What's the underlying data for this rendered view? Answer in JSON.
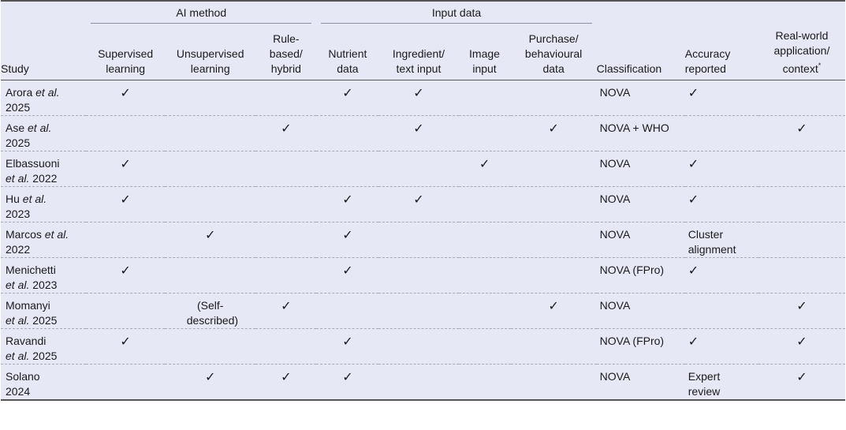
{
  "header": {
    "group_ai": "AI method",
    "group_input": "Input data",
    "study": "Study",
    "supervised": "Supervised learning",
    "unsupervised": "Unsupervised learning",
    "rule": "Rule-based/ hybrid",
    "nutrient": "Nutrient data",
    "ingredient": "Ingredient/ text input",
    "image": "Image input",
    "purchase": "Purchase/ behavioural data",
    "classification": "Classification",
    "accuracy": "Accuracy reported",
    "realworld": "Real-world application/ context",
    "realworld_mark": "*"
  },
  "check_symbol": "✓",
  "rows": [
    {
      "author": "Arora",
      "etal": "et al.",
      "year": "2025",
      "supervised": "✓",
      "unsupervised": "",
      "rule": "",
      "nutrient": "✓",
      "ingredient": "✓",
      "image": "",
      "purchase": "",
      "classification": "NOVA",
      "accuracy": "✓",
      "realworld": ""
    },
    {
      "author": "Ase",
      "etal": "et al.",
      "year": "2025",
      "supervised": "",
      "unsupervised": "",
      "rule": "✓",
      "nutrient": "",
      "ingredient": "✓",
      "image": "",
      "purchase": "✓",
      "classification": "NOVA + WHO",
      "accuracy": "",
      "realworld": "✓"
    },
    {
      "author": "Elbassuoni",
      "etal": "et al.",
      "year": "2022",
      "supervised": "✓",
      "unsupervised": "",
      "rule": "",
      "nutrient": "",
      "ingredient": "",
      "image": "✓",
      "purchase": "",
      "classification": "NOVA",
      "accuracy": "✓",
      "realworld": ""
    },
    {
      "author": "Hu",
      "etal": "et al.",
      "year": "2023",
      "supervised": "✓",
      "unsupervised": "",
      "rule": "",
      "nutrient": "✓",
      "ingredient": "✓",
      "image": "",
      "purchase": "",
      "classification": "NOVA",
      "accuracy": "✓",
      "realworld": ""
    },
    {
      "author": "Marcos",
      "etal": "et al.",
      "year": "2022",
      "supervised": "",
      "unsupervised": "✓",
      "rule": "",
      "nutrient": "✓",
      "ingredient": "",
      "image": "",
      "purchase": "",
      "classification": "NOVA",
      "accuracy": "Cluster alignment",
      "realworld": ""
    },
    {
      "author": "Menichetti",
      "etal": "et al.",
      "year": "2023",
      "supervised": "✓",
      "unsupervised": "",
      "rule": "",
      "nutrient": "✓",
      "ingredient": "",
      "image": "",
      "purchase": "",
      "classification": "NOVA (FPro)",
      "accuracy": "✓",
      "realworld": ""
    },
    {
      "author": "Momanyi",
      "etal": "et al.",
      "year": "2025",
      "supervised": "",
      "unsupervised": "(Self-described)",
      "rule": "✓",
      "nutrient": "",
      "ingredient": "",
      "image": "",
      "purchase": "✓",
      "classification": "NOVA",
      "accuracy": "",
      "realworld": "✓"
    },
    {
      "author": "Ravandi",
      "etal": "et al.",
      "year": "2025",
      "supervised": "✓",
      "unsupervised": "",
      "rule": "",
      "nutrient": "✓",
      "ingredient": "",
      "image": "",
      "purchase": "",
      "classification": "NOVA (FPro)",
      "accuracy": "✓",
      "realworld": "✓"
    },
    {
      "author": "Solano",
      "etal": "",
      "year": "2024",
      "supervised": "",
      "unsupervised": "✓",
      "rule": "✓",
      "nutrient": "✓",
      "ingredient": "",
      "image": "",
      "purchase": "",
      "classification": "NOVA",
      "accuracy": "Expert review",
      "realworld": "✓"
    }
  ]
}
